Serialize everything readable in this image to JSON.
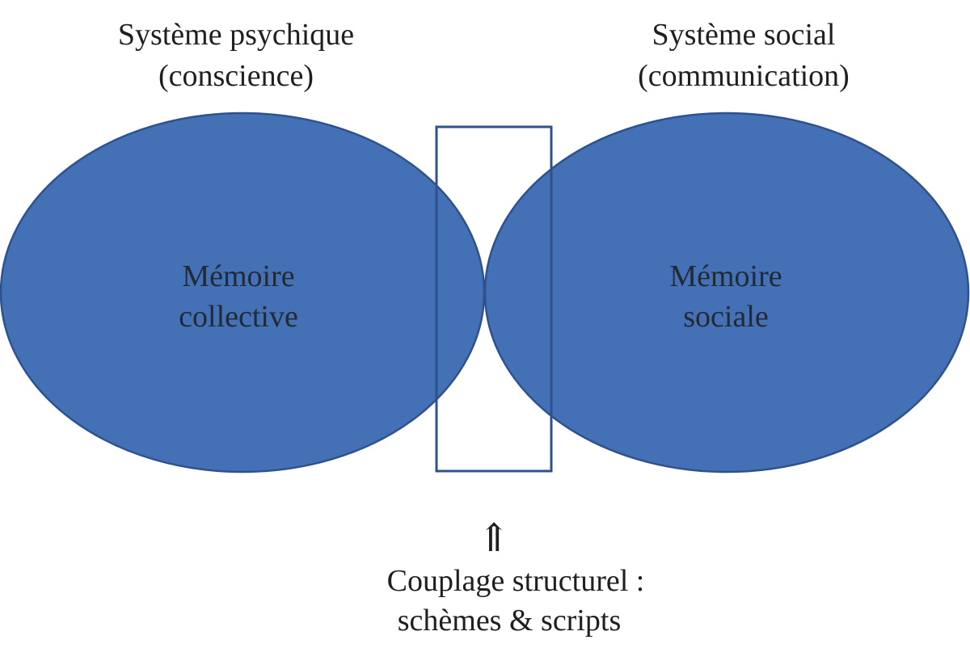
{
  "colors": {
    "ellipse_fill": "#4470b5",
    "ellipse_stroke": "#2f528f",
    "coupling_stroke": "#2f528f",
    "text": "#1f1f1f"
  },
  "left_system": {
    "title_line1": "Système psychique",
    "title_line2": "(conscience)",
    "memory_line1": "Mémoire",
    "memory_line2": "collective"
  },
  "right_system": {
    "title_line1": "Système social",
    "title_line2": "(communication)",
    "memory_line1": "Mémoire",
    "memory_line2": "sociale"
  },
  "coupling": {
    "arrow_glyph": "⇑",
    "label_line1": "Couplage structurel :",
    "label_line2": "schèmes & scripts"
  }
}
